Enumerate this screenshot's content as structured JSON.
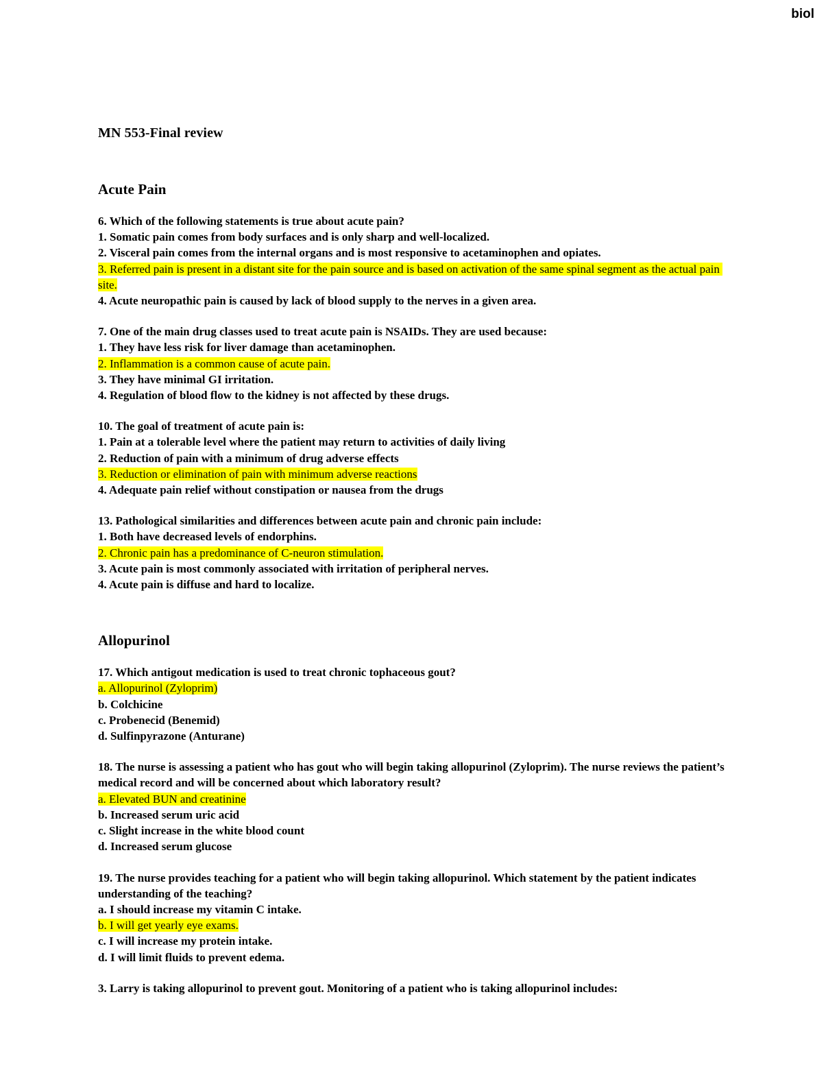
{
  "header": {
    "right_label": "biol"
  },
  "document": {
    "title": "MN 553-Final review",
    "sections": [
      {
        "heading": "Acute Pain",
        "blocks": [
          {
            "question": "6. Which of the following statements is true about acute pain?",
            "options": [
              {
                "text": "1. Somatic pain comes from body surfaces and is only sharp and well-localized.",
                "highlighted": false
              },
              {
                "text": "2. Visceral pain comes from the internal organs and is most responsive to acetaminophen and opiates.",
                "highlighted": false
              },
              {
                "text": "3. Referred pain is present in a distant site for the pain source and is based on activation of the same spinal segment as the actual pain site.",
                "highlighted": true
              },
              {
                "text": "4. Acute neuropathic pain is caused by lack of blood supply to the nerves in a given area.",
                "highlighted": false
              }
            ]
          },
          {
            "question": "7. One of the main drug classes used to treat acute pain is NSAIDs. They are used because:",
            "options": [
              {
                "text": "1. They have less risk for liver damage than acetaminophen.",
                "highlighted": false
              },
              {
                "text": "2. Inflammation is a common cause of acute pain.",
                "highlighted": true
              },
              {
                "text": "3. They have minimal GI irritation.",
                "highlighted": false
              },
              {
                "text": "4. Regulation of blood flow to the kidney is not affected by these drugs.",
                "highlighted": false
              }
            ]
          },
          {
            "question": "10. The goal of treatment of acute pain is:",
            "options": [
              {
                "text": "1. Pain at a tolerable level where the patient may return to activities of daily living",
                "highlighted": false
              },
              {
                "text": "2. Reduction of pain with a minimum of drug adverse effects",
                "highlighted": false
              },
              {
                "text": "3. Reduction or elimination of pain with minimum adverse reactions",
                "highlighted": true
              },
              {
                "text": "4. Adequate pain relief without constipation or nausea from the drugs",
                "highlighted": false
              }
            ]
          },
          {
            "question": "13. Pathological similarities and differences between acute pain and chronic pain include:",
            "options": [
              {
                "text": "1. Both have decreased levels of endorphins.",
                "highlighted": false
              },
              {
                "text": "2. Chronic pain has a predominance of C-neuron stimulation.",
                "highlighted": true
              },
              {
                "text": "3. Acute pain is most commonly associated with irritation of peripheral nerves.",
                "highlighted": false
              },
              {
                "text": "4. Acute pain is diffuse and hard to localize.",
                "highlighted": false
              }
            ]
          }
        ]
      },
      {
        "heading": "Allopurinol",
        "blocks": [
          {
            "question": "17. Which antigout medication is used to treat chronic tophaceous gout?",
            "options": [
              {
                "text": "a. Allopurinol (Zyloprim)",
                "highlighted": true
              },
              {
                "text": "b. Colchicine",
                "highlighted": false
              },
              {
                "text": "c. Probenecid (Benemid)",
                "highlighted": false
              },
              {
                "text": "d. Sulfinpyrazone (Anturane)",
                "highlighted": false
              }
            ]
          },
          {
            "question": "18. The nurse is assessing a patient who has gout who will begin taking allopurinol (Zyloprim). The nurse reviews the patient’s medical record and will be concerned about which laboratory result?",
            "options": [
              {
                "text": "a. Elevated BUN and creatinine",
                "highlighted": true
              },
              {
                "text": "b. Increased serum uric acid",
                "highlighted": false
              },
              {
                "text": "c. Slight increase in the white blood count",
                "highlighted": false
              },
              {
                "text": "d. Increased serum glucose",
                "highlighted": false
              }
            ]
          },
          {
            "question": "19. The nurse provides teaching for a patient who will begin taking allopurinol. Which statement by the patient indicates understanding of the teaching?",
            "options": [
              {
                "text": "a. I should increase my vitamin C intake.",
                "highlighted": false
              },
              {
                "text": "b. I will get yearly eye exams.",
                "highlighted": true
              },
              {
                "text": "c. I will increase my protein intake.",
                "highlighted": false
              },
              {
                "text": "d. I will limit fluids to prevent edema.",
                "highlighted": false
              }
            ]
          },
          {
            "question": "3. Larry is taking allopurinol to prevent gout. Monitoring of a patient who is taking allopurinol includes:",
            "options": []
          }
        ]
      }
    ]
  },
  "colors": {
    "highlight": "#FFFF00",
    "text": "#000000",
    "background": "#FFFFFF"
  }
}
